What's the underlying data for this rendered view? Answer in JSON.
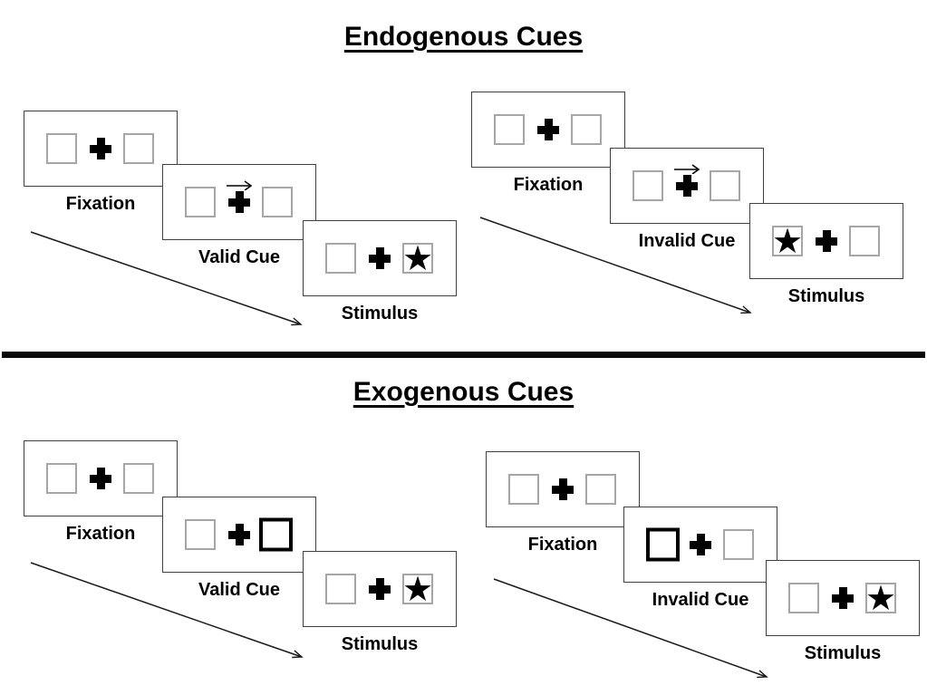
{
  "endogenous": {
    "title": "Endogenous Cues",
    "valid": {
      "fixation_label": "Fixation",
      "cue_label": "Valid Cue",
      "stimulus_label": "Stimulus",
      "cue_type": "central arrow pointing right",
      "star_side": "right"
    },
    "invalid": {
      "fixation_label": "Fixation",
      "cue_label": "Invalid Cue",
      "stimulus_label": "Stimulus",
      "cue_type": "central arrow pointing right",
      "star_side": "left"
    }
  },
  "exogenous": {
    "title": "Exogenous Cues",
    "valid": {
      "fixation_label": "Fixation",
      "cue_label": "Valid Cue",
      "stimulus_label": "Stimulus",
      "cue_type": "peripheral thick box on right",
      "star_side": "right"
    },
    "invalid": {
      "fixation_label": "Fixation",
      "cue_label": "Invalid Cue",
      "stimulus_label": "Stimulus",
      "cue_type": "peripheral thick box on left",
      "star_side": "right"
    }
  },
  "glyphs": {
    "star": "★"
  },
  "colors": {
    "ink": "#000000",
    "panel_border": "#404040",
    "box_border": "#a6a6a6",
    "background": "#ffffff"
  }
}
